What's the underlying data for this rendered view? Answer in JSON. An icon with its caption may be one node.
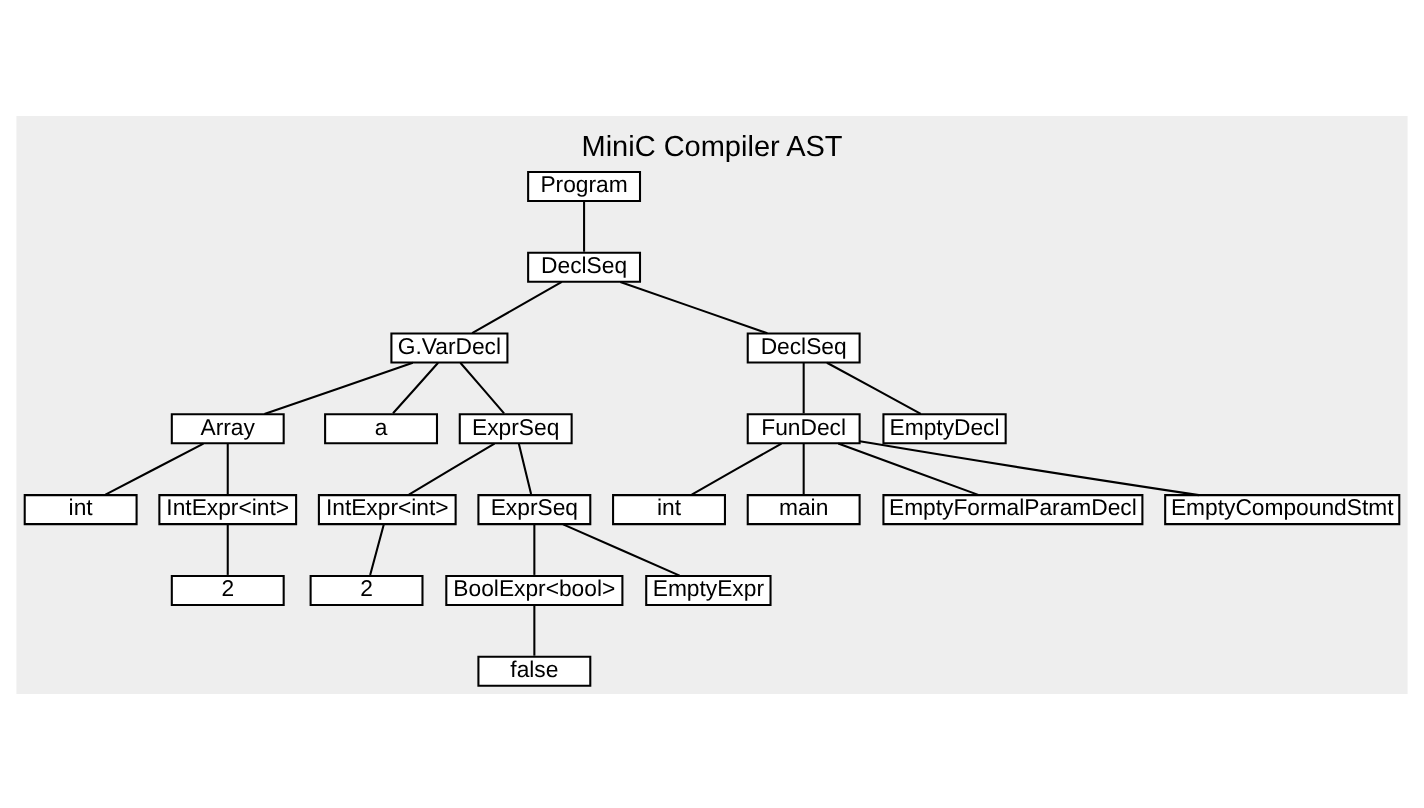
{
  "diagram": {
    "title": "MiniC Compiler AST",
    "nodes": [
      {
        "text": [
          "Program"
        ]
      },
      {
        "text": [
          "DeclSeq"
        ]
      },
      {
        "text": [
          "G.VarDecl"
        ]
      },
      {
        "text": [
          "DeclSeq"
        ]
      },
      {
        "text": [
          "Array"
        ]
      },
      {
        "text": [
          "a"
        ]
      },
      {
        "text": [
          "ExprSeq"
        ]
      },
      {
        "text": [
          "FunDecl"
        ]
      },
      {
        "text": [
          "EmptyDecl"
        ]
      },
      {
        "text": [
          "int"
        ]
      },
      {
        "text": [
          "IntExpr<int>"
        ]
      },
      {
        "text": [
          "IntExpr<int>"
        ]
      },
      {
        "text": [
          "ExprSeq"
        ]
      },
      {
        "text": [
          "int"
        ]
      },
      {
        "text": [
          "main"
        ]
      },
      {
        "text": [
          "EmptyFormalParamDecl"
        ]
      },
      {
        "text": [
          "EmptyCompoundStmt"
        ]
      },
      {
        "text": [
          "2"
        ]
      },
      {
        "text": [
          "2"
        ]
      },
      {
        "text": [
          "BoolExpr<bool>"
        ]
      },
      {
        "text": [
          "EmptyExpr"
        ]
      },
      {
        "text": [
          "false"
        ]
      }
    ],
    "edges": [
      {
        "from": 0,
        "to": 1,
        "arrow": "none"
      },
      {
        "from": 1,
        "to": 2,
        "arrow": "none"
      },
      {
        "from": 1,
        "to": 3,
        "arrow": "none"
      },
      {
        "from": 2,
        "to": 4,
        "arrow": "none"
      },
      {
        "from": 2,
        "to": 5,
        "arrow": "none"
      },
      {
        "from": 2,
        "to": 6,
        "arrow": "none"
      },
      {
        "from": 3,
        "to": 7,
        "arrow": "none"
      },
      {
        "from": 3,
        "to": 8,
        "arrow": "none"
      },
      {
        "from": 4,
        "to": 9,
        "arrow": "none"
      },
      {
        "from": 4,
        "to": 10,
        "arrow": "none"
      },
      {
        "from": 6,
        "to": 11,
        "arrow": "none"
      },
      {
        "from": 6,
        "to": 12,
        "arrow": "none"
      },
      {
        "from": 7,
        "to": 13,
        "arrow": "none"
      },
      {
        "from": 7,
        "to": 14,
        "arrow": "none"
      },
      {
        "from": 7,
        "to": 15,
        "arrow": "none"
      },
      {
        "from": 7,
        "to": 16,
        "arrow": "none"
      },
      {
        "from": 10,
        "to": 17,
        "arrow": "none"
      },
      {
        "from": 11,
        "to": 18,
        "arrow": "none"
      },
      {
        "from": 12,
        "to": 19,
        "arrow": "none"
      },
      {
        "from": 12,
        "to": 20,
        "arrow": "none"
      },
      {
        "from": 19,
        "to": 21,
        "arrow": "none"
      }
    ]
  }
}
